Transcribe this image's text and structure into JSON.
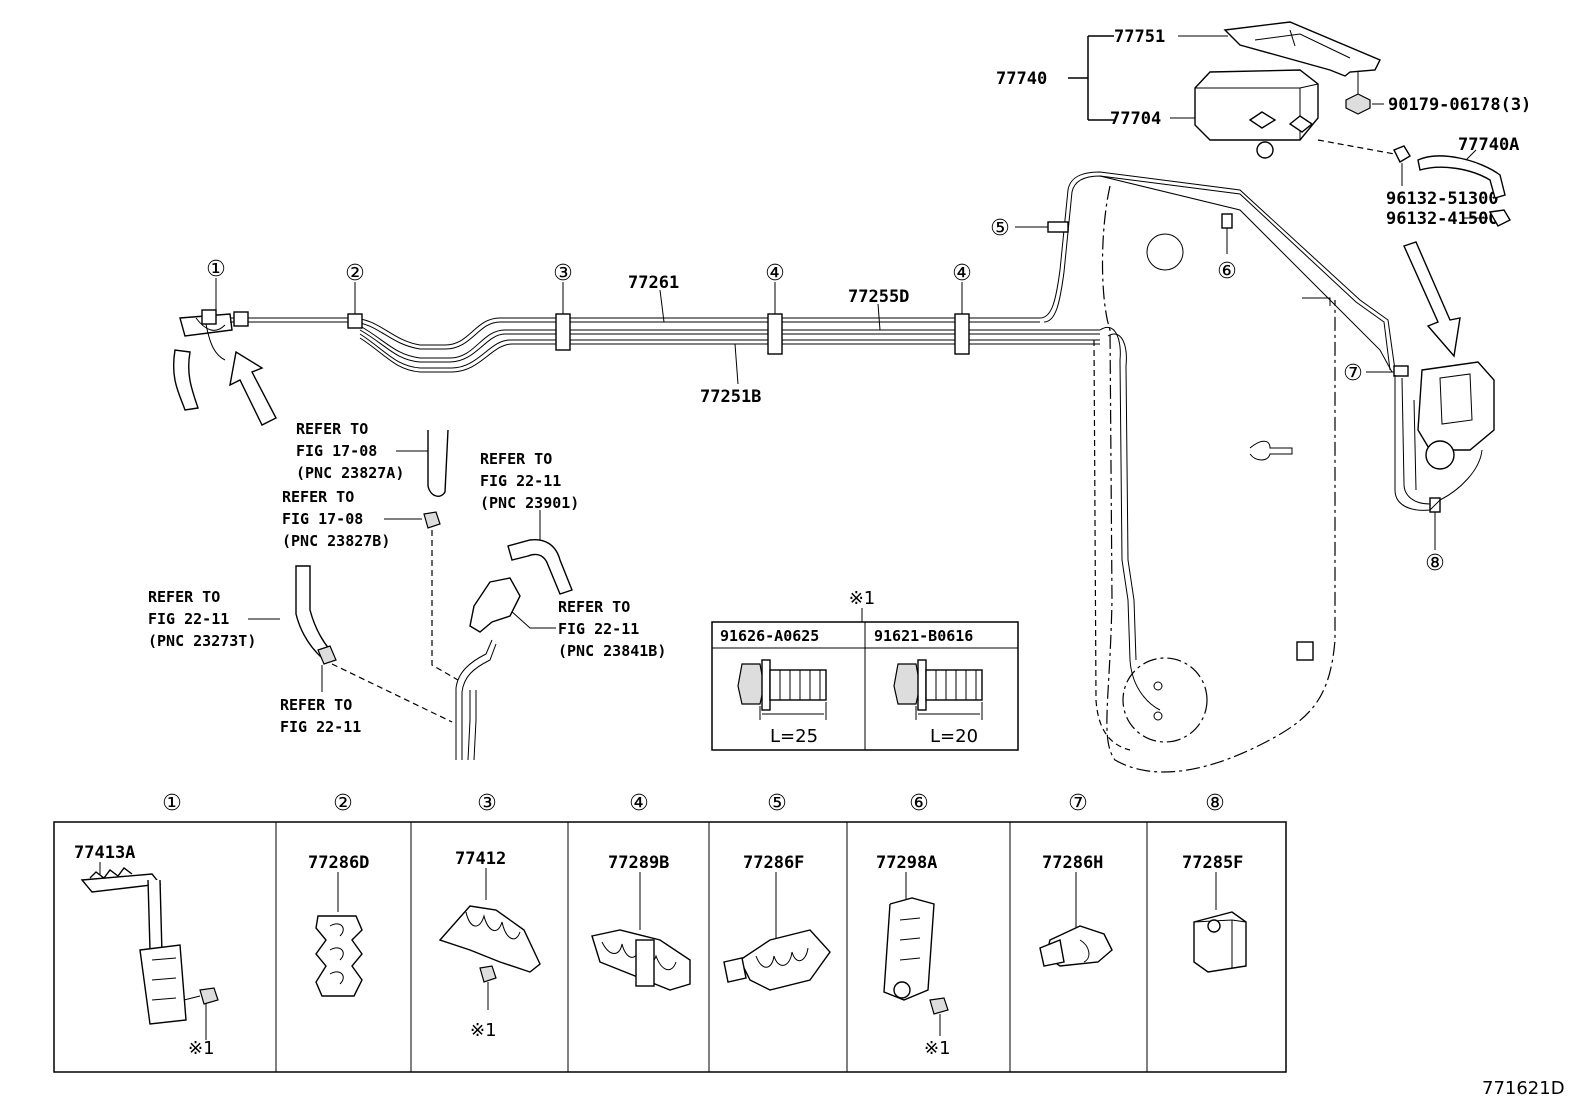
{
  "top_assembly": {
    "p77740": "77740",
    "p77751": "77751",
    "p77704": "77704",
    "p90179": "90179-06178(3)",
    "p77740A": "77740A",
    "p96132_51300": "96132-51300",
    "p96132_41500": "96132-41500"
  },
  "tube_parts": {
    "p77261": "77261",
    "p77255D": "77255D",
    "p77251B": "77251B"
  },
  "callouts": [
    "①",
    "②",
    "③",
    "④",
    "④",
    "⑤",
    "⑥",
    "⑦",
    "⑧"
  ],
  "refs": {
    "r1": [
      "REFER TO",
      "FIG 17-08",
      "(PNC 23827A)"
    ],
    "r2": [
      "REFER TO",
      "FIG 17-08",
      "(PNC 23827B)"
    ],
    "r3": [
      "REFER TO",
      "FIG 22-11",
      "(PNC 23901)"
    ],
    "r4": [
      "REFER TO",
      "FIG 22-11",
      "(PNC 23273T)"
    ],
    "r5": [
      "REFER TO",
      "FIG 22-11",
      "(PNC 23841B)"
    ],
    "r6": [
      "REFER TO",
      "FIG 22-11"
    ]
  },
  "bolt_table": {
    "mark": "※1",
    "cols": [
      {
        "part": "91626-A0625",
        "length": "L=25"
      },
      {
        "part": "91621-B0616",
        "length": "L=20"
      }
    ]
  },
  "clamp_table": [
    {
      "num": "①",
      "part": "77413A",
      "note": "※1"
    },
    {
      "num": "②",
      "part": "77286D",
      "note": ""
    },
    {
      "num": "③",
      "part": "77412",
      "note": "※1"
    },
    {
      "num": "④",
      "part": "77289B",
      "note": ""
    },
    {
      "num": "⑤",
      "part": "77286F",
      "note": ""
    },
    {
      "num": "⑥",
      "part": "77298A",
      "note": "※1"
    },
    {
      "num": "⑦",
      "part": "77286H",
      "note": ""
    },
    {
      "num": "⑧",
      "part": "77285F",
      "note": ""
    }
  ],
  "figure_id": "771621D"
}
